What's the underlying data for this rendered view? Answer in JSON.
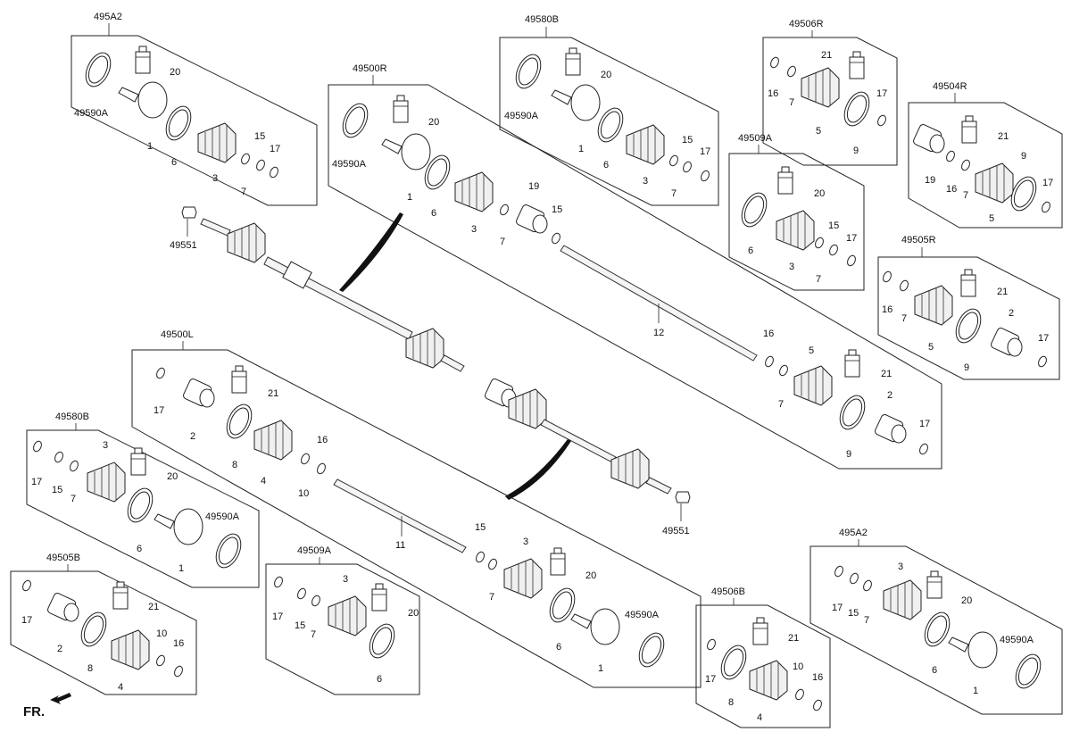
{
  "colors": {
    "line": "#222222",
    "fill": "#ffffff",
    "boot": "#f0f0f0"
  },
  "orientation": {
    "label": "FR.",
    "icon": "arrow-front-icon"
  },
  "groups": {
    "g_495A2_top": "495A2",
    "g_49580B_top": "49580B",
    "g_49506R": "49506R",
    "g_49504R": "49504R",
    "g_49509A_right": "49509A",
    "g_49505R": "49505R",
    "g_49500R": "49500R",
    "g_49500L": "49500L",
    "g_49580B_left": "49580B",
    "g_49505B": "49505B",
    "g_49509A_bottom": "49509A",
    "g_49506B": "49506B",
    "g_495A2_bottom": "495A2"
  },
  "loose": {
    "nut_upper": "49551",
    "nut_lower": "49551"
  },
  "parts": {
    "p1": "1",
    "p2": "2",
    "p3": "3",
    "p4": "4",
    "p5": "5",
    "p6": "6",
    "p7": "7",
    "p8": "8",
    "p9": "9",
    "p10": "10",
    "p11": "11",
    "p12": "12",
    "p15": "15",
    "p16": "16",
    "p17": "17",
    "p19": "19",
    "p20": "20",
    "p21": "21",
    "p49590A": "49590A"
  }
}
